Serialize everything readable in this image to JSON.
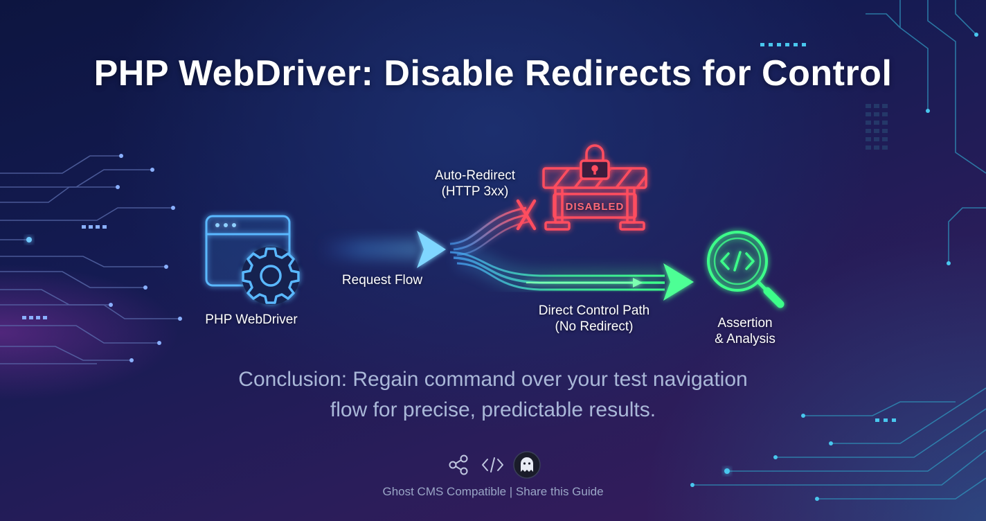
{
  "title": "PHP WebDriver: Disable Redirects for Control",
  "nodes": {
    "php_webdriver": "PHP WebDriver",
    "request_flow": "Request Flow",
    "auto_redirect_line1": "Auto-Redirect",
    "auto_redirect_line2": "(HTTP 3xx)",
    "disabled": "DISABLED",
    "direct_path_line1": "Direct Control Path",
    "direct_path_line2": "(No Redirect)",
    "assertion_line1": "Assertion",
    "assertion_line2": "& Analysis"
  },
  "conclusion": {
    "line1": "Conclusion: Regain command over your test navigation",
    "line2": "flow for precise, predictable results."
  },
  "footer": {
    "text": "Ghost CMS Compatible | Share this Guide",
    "icons": [
      "share-icon",
      "code-icon",
      "ghost-icon"
    ]
  },
  "colors": {
    "blue": "#4aa8ff",
    "red": "#ff4d5e",
    "green": "#3dff8a",
    "background": "#141b52"
  }
}
